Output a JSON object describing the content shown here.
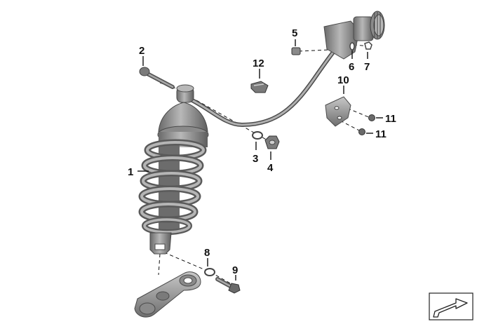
{
  "callouts": {
    "c1": "1",
    "c2": "2",
    "c3": "3",
    "c4": "4",
    "c5": "5",
    "c6": "6",
    "c7": "7",
    "c8": "8",
    "c9": "9",
    "c10": "10",
    "c11a": "11",
    "c11b": "11",
    "c12": "12"
  },
  "colors": {
    "metal": "#8e8e8e",
    "metal_dark": "#5e5e5e",
    "metal_light": "#c4c4c4",
    "line": "#111111"
  },
  "icons": {
    "nav": "arrow-direction-icon"
  }
}
